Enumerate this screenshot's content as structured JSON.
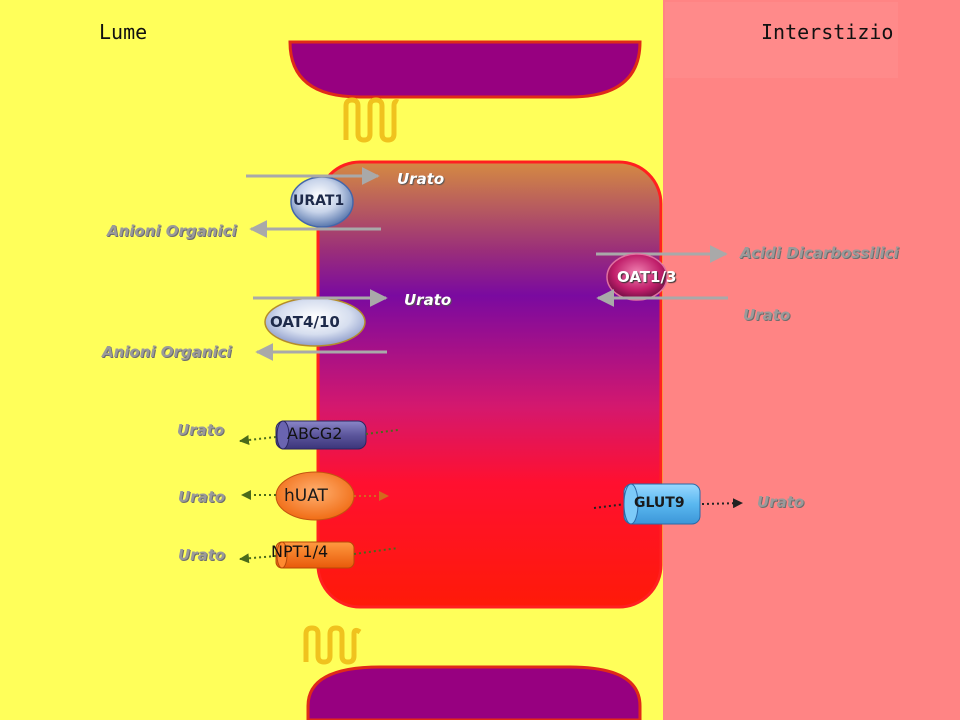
{
  "regions": {
    "lumen": "Lume",
    "interstitium": "Interstizio"
  },
  "colors": {
    "lumen_bg": "#ffff5a",
    "interstitium_bg": "#ff8484",
    "neighbor_cell": "#970080",
    "cell_border": "#e02a18",
    "junction": "#f0c21e"
  },
  "transporters": {
    "urat1": {
      "name": "URAT1",
      "in": "Urato",
      "out": "Anioni Organici"
    },
    "oat410": {
      "name": "OAT4/10",
      "in": "Urato",
      "out": "Anioni Organici"
    },
    "abcg2": {
      "name": "ABCG2",
      "out": "Urato"
    },
    "huat": {
      "name": "hUAT",
      "out": "Urato"
    },
    "npt14": {
      "name": "NPT1/4",
      "out": "Urato"
    },
    "oat13": {
      "name": "OAT1/3",
      "out": "Acidi Dicarbossilici",
      "in": "Urato"
    },
    "glut9": {
      "name": "GLUT9",
      "out": "Urato"
    }
  }
}
